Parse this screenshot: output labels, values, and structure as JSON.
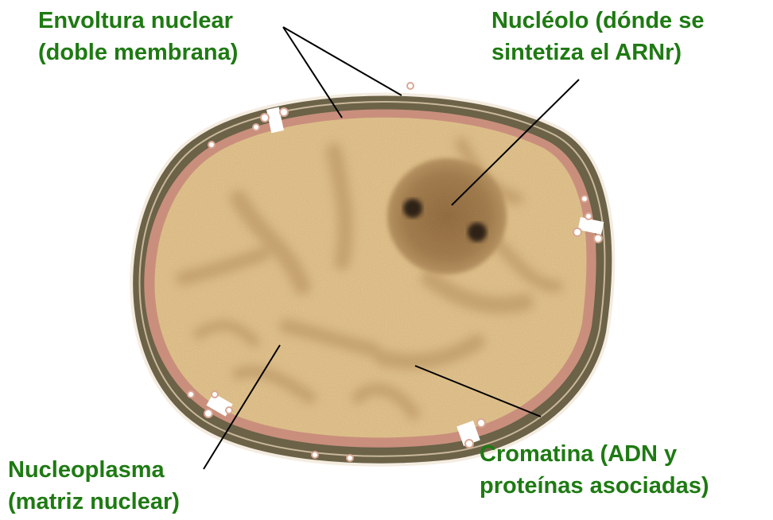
{
  "colors": {
    "label_text": "#1e7a12",
    "leader_line": "#000000",
    "envelope": "#6b6248",
    "envelope_highlight": "#f4ece0",
    "nucleoplasm": "#e6c690",
    "nucleolus": "#9b7446",
    "nucleolus_core": "#2e2016",
    "chromatin": "#caa470",
    "pore": "#d9a894"
  },
  "labels": {
    "envoltura": {
      "line1": "Envoltura nuclear",
      "line2": "(doble membrana)"
    },
    "nucleolo": {
      "line1": "Nucléolo (dónde se",
      "line2": "sintetiza el ARNr)"
    },
    "nucleoplasma": {
      "line1": "Nucleoplasma",
      "line2": "(matriz nuclear)"
    },
    "cromatina": {
      "line1": "Cromatina (ADN y",
      "line2": "proteínas asociadas)"
    }
  }
}
